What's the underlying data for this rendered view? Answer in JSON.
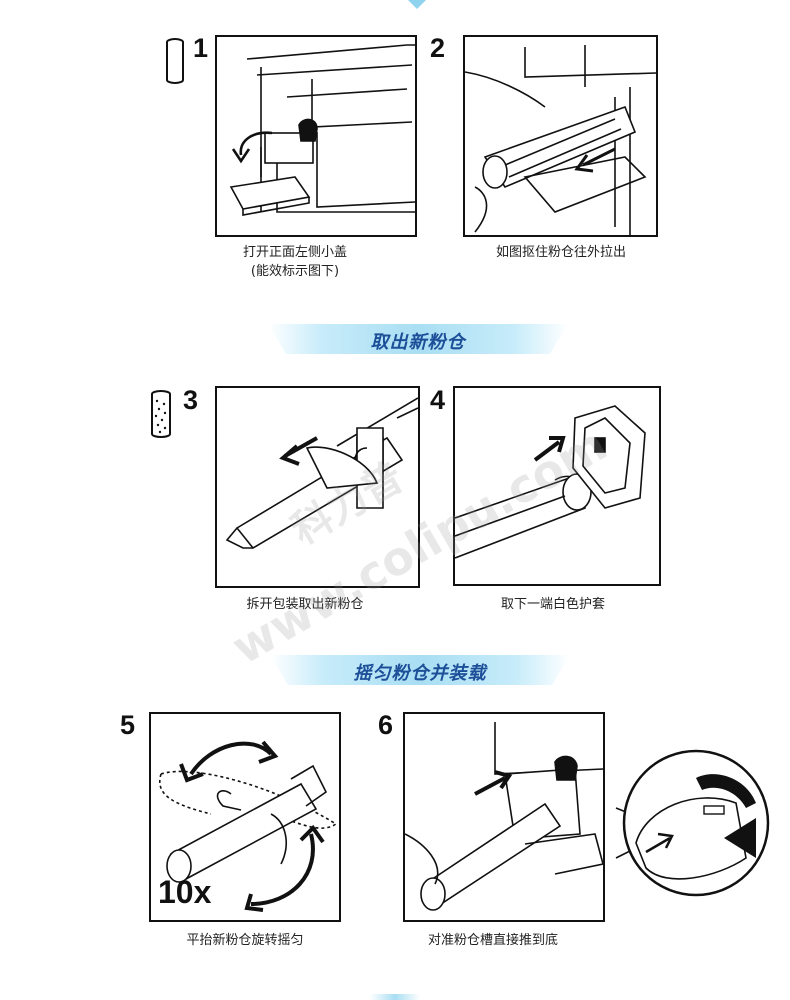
{
  "banners": {
    "take_out": "取出新粉仓",
    "shake_install": "摇匀粉仓并装载"
  },
  "steps": [
    {
      "number": "1",
      "caption": "打开正面左侧小盖",
      "caption2": "(能效标示图下)"
    },
    {
      "number": "2",
      "caption": "如图抠住粉仓往外拉出"
    },
    {
      "number": "3",
      "caption": "拆开包装取出新粉仓"
    },
    {
      "number": "4",
      "caption": "取下一端白色护套"
    },
    {
      "number": "5",
      "caption": "平抬新粉仓旋转摇匀",
      "badge": "10x"
    },
    {
      "number": "6",
      "caption": "对准粉仓槽直接推到底"
    }
  ],
  "watermark": {
    "brand": "科力普",
    "domain": "www.colipu.com"
  },
  "colors": {
    "banner_text": "#1d4f99",
    "banner_band": "#a9def3",
    "line": "#111111"
  }
}
